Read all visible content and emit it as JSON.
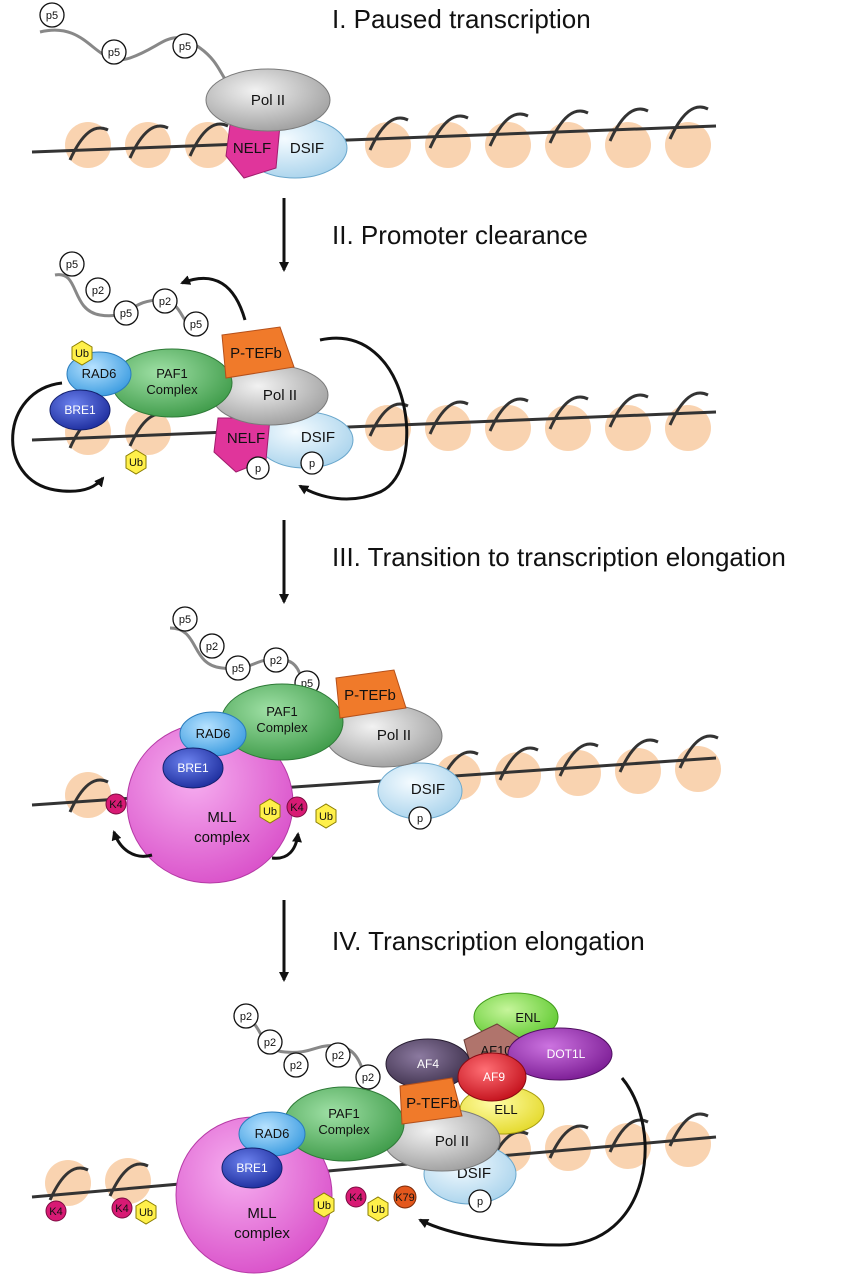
{
  "stages": [
    {
      "title": "I. Paused transcription",
      "strand_labels": [
        "p5",
        "p5",
        "p5"
      ],
      "complexes": {
        "pol": "Pol II",
        "nelf": "NELF",
        "dsif": "DSIF"
      }
    },
    {
      "title": "II. Promoter clearance",
      "strand_labels": [
        "p5",
        "p2",
        "p5",
        "p2",
        "p5"
      ],
      "complexes": {
        "ptefb": "P-TEFb",
        "paf1_line1": "PAF1",
        "paf1_line2": "Complex",
        "rad6": "RAD6",
        "bre1": "BRE1",
        "pol": "Pol II",
        "nelf": "NELF",
        "dsif": "DSIF",
        "ub": "Ub",
        "phos": "p"
      }
    },
    {
      "title": "III. Transition to transcription elongation",
      "strand_labels": [
        "p5",
        "p2",
        "p5",
        "p2",
        "p5"
      ],
      "complexes": {
        "ptefb": "P-TEFb",
        "paf1_line1": "PAF1",
        "paf1_line2": "Complex",
        "rad6": "RAD6",
        "bre1": "BRE1",
        "pol": "Pol II",
        "dsif": "DSIF",
        "mll_line1": "MLL",
        "mll_line2": "complex",
        "k4": "K4",
        "ub": "Ub",
        "phos": "p"
      }
    },
    {
      "title": "IV. Transcription elongation",
      "strand_labels": [
        "p2",
        "p2",
        "p2",
        "p2",
        "p2"
      ],
      "complexes": {
        "enl": "ENL",
        "af10": "AF10",
        "af4": "AF4",
        "af9": "AF9",
        "dot1l": "DOT1L",
        "ptefb": "P-TEFb",
        "ell": "ELL",
        "paf1_line1": "PAF1",
        "paf1_line2": "Complex",
        "rad6": "RAD6",
        "bre1": "BRE1",
        "pol": "Pol II",
        "dsif": "DSIF",
        "mll_line1": "MLL",
        "mll_line2": "complex",
        "k4": "K4",
        "ub": "Ub",
        "k79": "K79",
        "phos": "p"
      }
    }
  ],
  "colors": {
    "nucleosome": "#f9d3b0",
    "dna": "#333333",
    "rna": "#888888",
    "pol_ii": "#c8c8c8",
    "nelf": "#e0359b",
    "dsif": "#cfe8f6",
    "ptefb": "#f07a2a",
    "paf1": "#5fbf6a",
    "rad6": "#62b9f0",
    "bre1": "#2f49c8",
    "mll": "#ee6cdf",
    "ub": "#fff04a",
    "k4": "#d81a74",
    "k79": "#e3571c",
    "enl": "#8ee84f",
    "af10": "#b0746c",
    "af4": "#5b4a6b",
    "af9": "#e8202c",
    "dot1l": "#9b2eb5",
    "ell": "#f4f050"
  }
}
